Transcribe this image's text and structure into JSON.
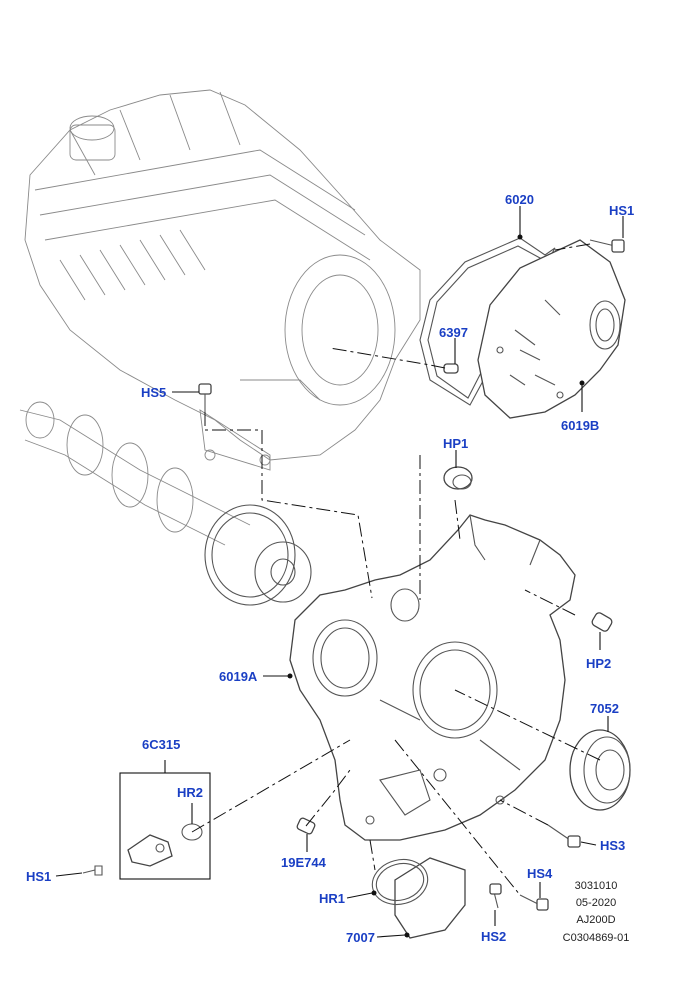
{
  "callouts": {
    "c6020": "6020",
    "hs1_top": "HS1",
    "c6397": "6397",
    "c6019b": "6019B",
    "hs5": "HS5",
    "hp1": "HP1",
    "hp2": "HP2",
    "c6019a": "6019A",
    "c7052": "7052",
    "c6c315": "6C315",
    "hr2": "HR2",
    "hs1_bottom": "HS1",
    "c19e744": "19E744",
    "hs3": "HS3",
    "hs4": "HS4",
    "hr1": "HR1",
    "hs2": "HS2",
    "c7007": "7007"
  },
  "reference": {
    "line1": "3031010",
    "line2": "05-2020",
    "line3": "AJ200D",
    "line4": "C0304869-01"
  }
}
